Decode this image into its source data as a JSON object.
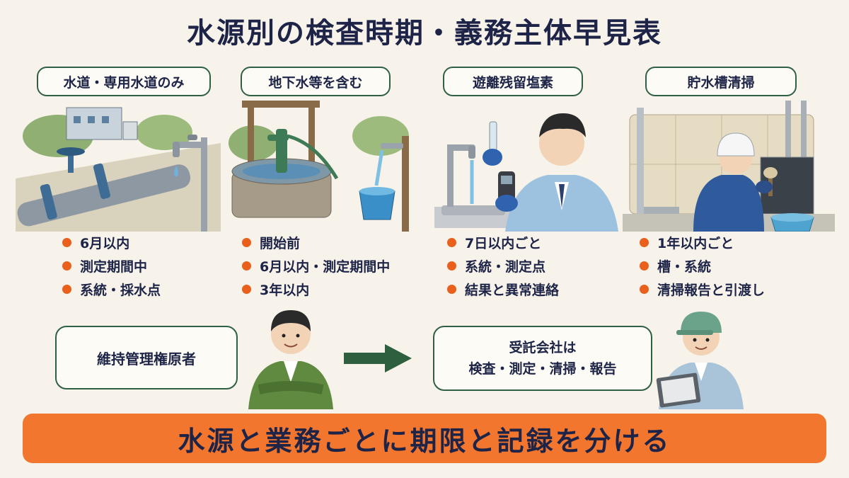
{
  "title": "水源別の検査時期・義務主体早見表",
  "columns": [
    {
      "header": "水道・専用水道のみ",
      "bullets": [
        "6月以内",
        "測定期間中",
        "系統・採水点"
      ]
    },
    {
      "header": "地下水等を含む",
      "bullets": [
        "開始前",
        "6月以内・測定期間中",
        "3年以内"
      ]
    },
    {
      "header": "遊離残留塩素",
      "bullets": [
        "7日以内ごと",
        "系統・測定点",
        "結果と異常連絡"
      ]
    },
    {
      "header": "貯水槽清掃",
      "bullets": [
        "1年以内ごと",
        "槽・系統",
        "清掃報告と引渡し"
      ]
    }
  ],
  "flow": {
    "owner": "維持管理権原者",
    "contractor_line1": "受託会社は",
    "contractor_line2": "検査・測定・清掃・報告"
  },
  "banner": "水源と業務ごとに期限と記録を分ける",
  "colors": {
    "accent": "#e8601c",
    "banner": "#f2762e",
    "border": "#2f5f45",
    "arrow": "#2e5f3e",
    "text": "#1d2447"
  }
}
